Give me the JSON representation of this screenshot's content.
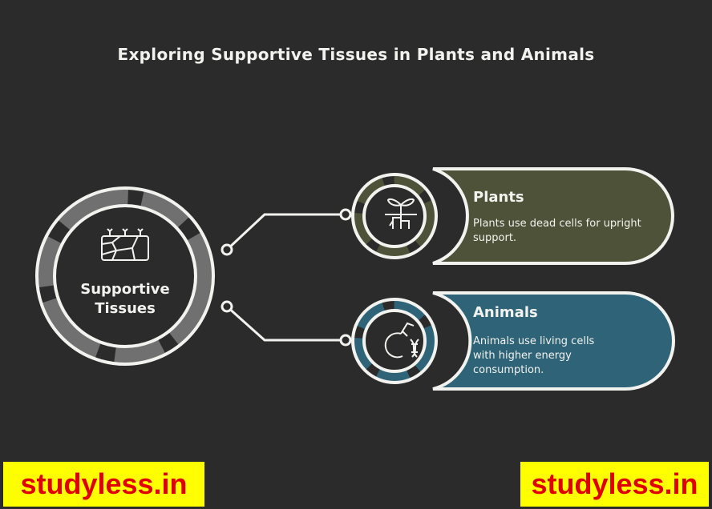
{
  "title": "Exploring Supportive Tissues in Plants and Animals",
  "center": {
    "label_line1": "Supportive",
    "label_line2": "Tissues",
    "icon": "tissue-cells-icon"
  },
  "nodes": [
    {
      "title": "Plants",
      "description": "Plants use dead cells for upright support.",
      "icon": "sprout-roots-icon",
      "color": "#4d5239"
    },
    {
      "title": "Animals",
      "description": "Animals use living cells with higher energy consumption.",
      "icon": "apple-dna-icon",
      "color": "#2f6478"
    }
  ],
  "watermarks": {
    "left": "studyless.in",
    "right": "studyless.in"
  }
}
